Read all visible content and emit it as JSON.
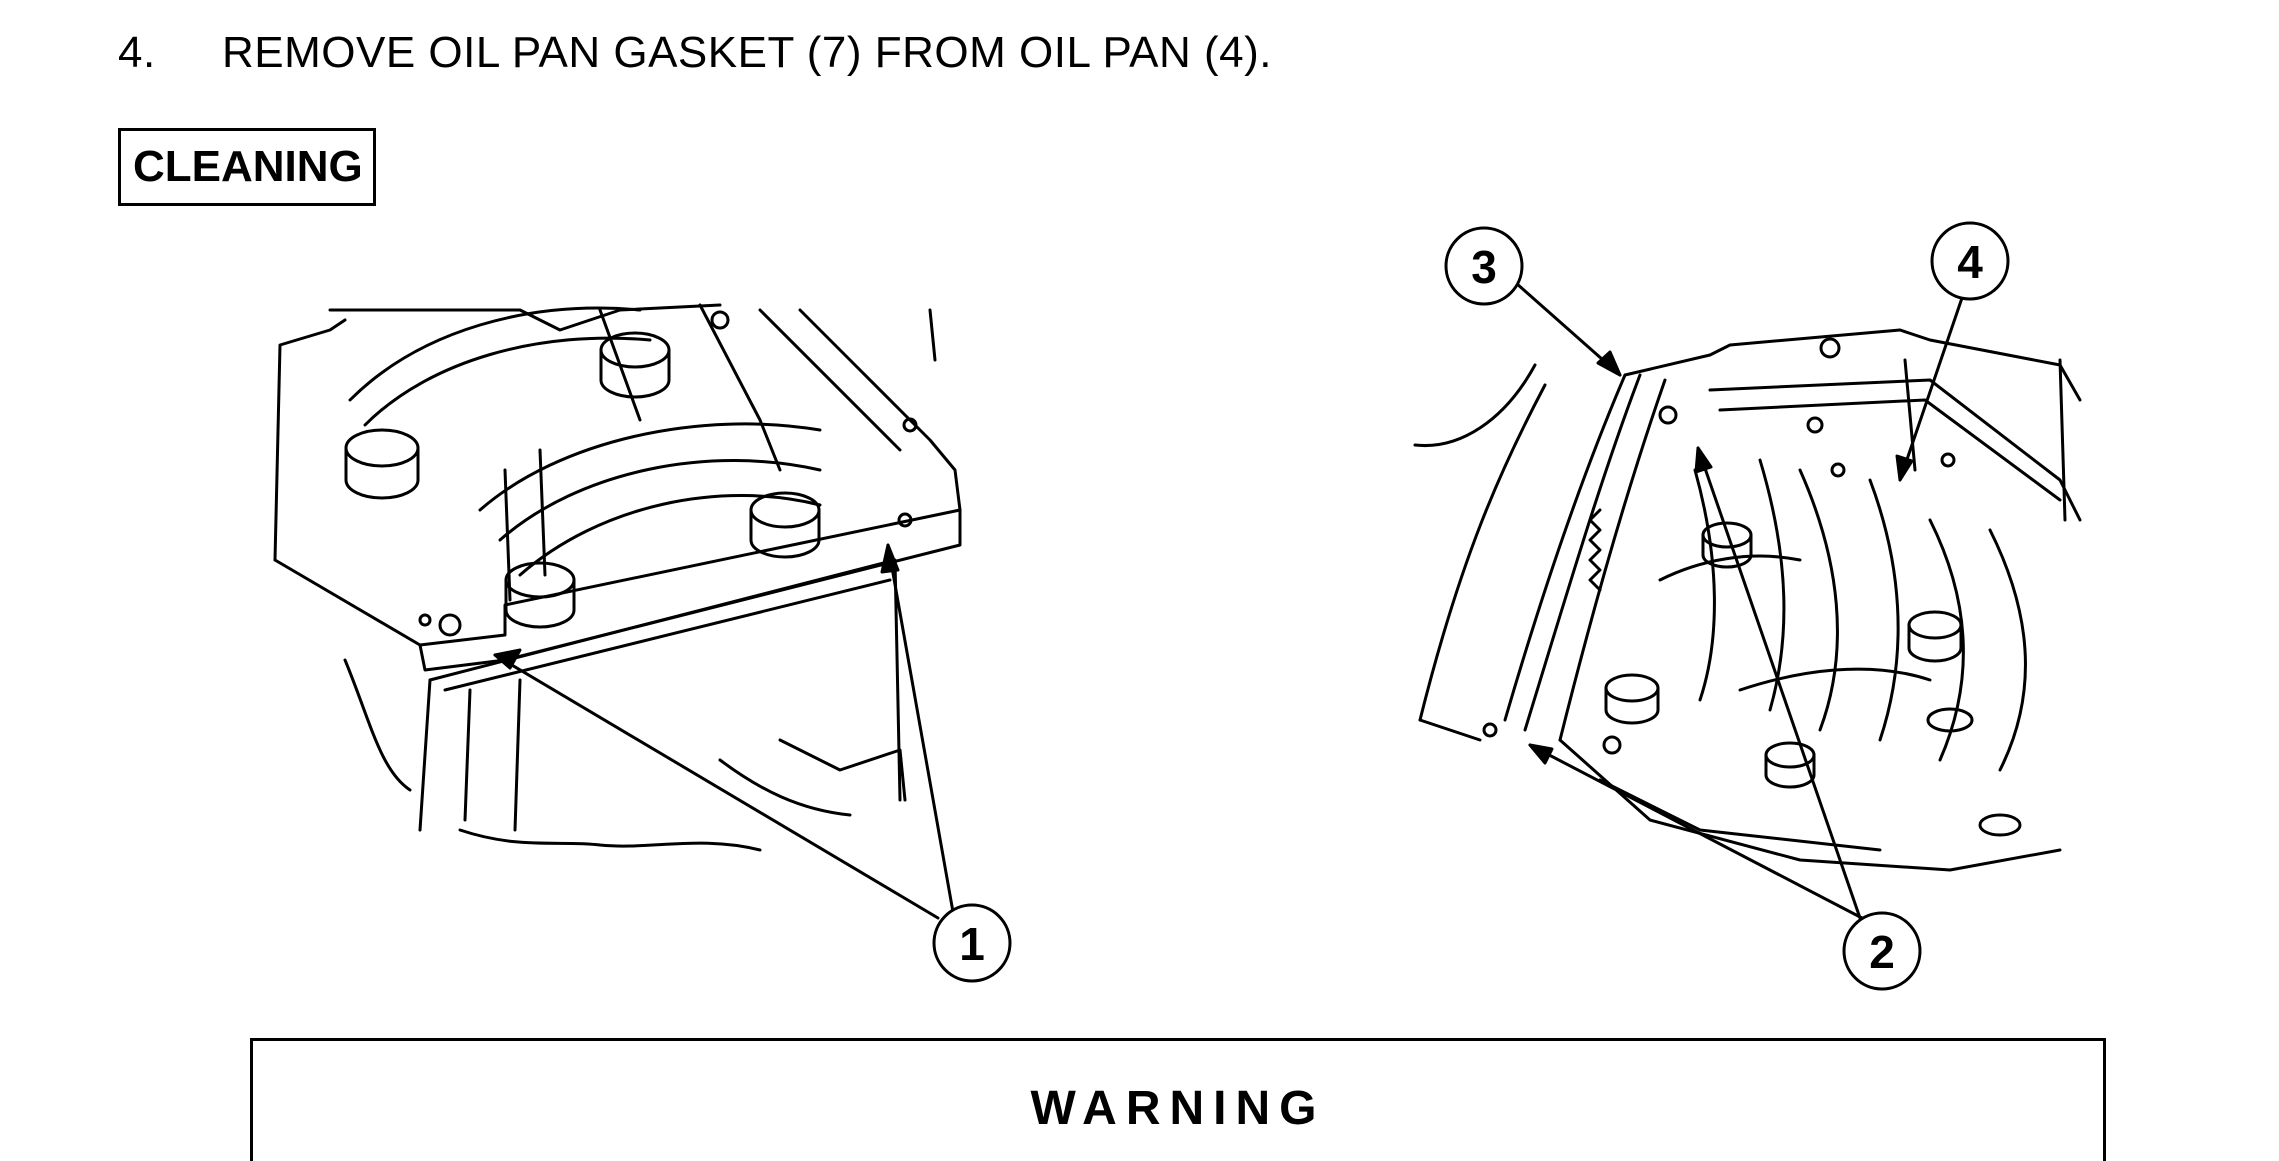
{
  "step": {
    "number": "4.",
    "text": "REMOVE OIL PAN GASKET (7) FROM OIL PAN (4)."
  },
  "section_heading": "CLEANING",
  "figure": {
    "callouts": {
      "c1": "1",
      "c2": "2",
      "c3": "3",
      "c4": "4"
    }
  },
  "warning": {
    "title": "WARNING"
  }
}
